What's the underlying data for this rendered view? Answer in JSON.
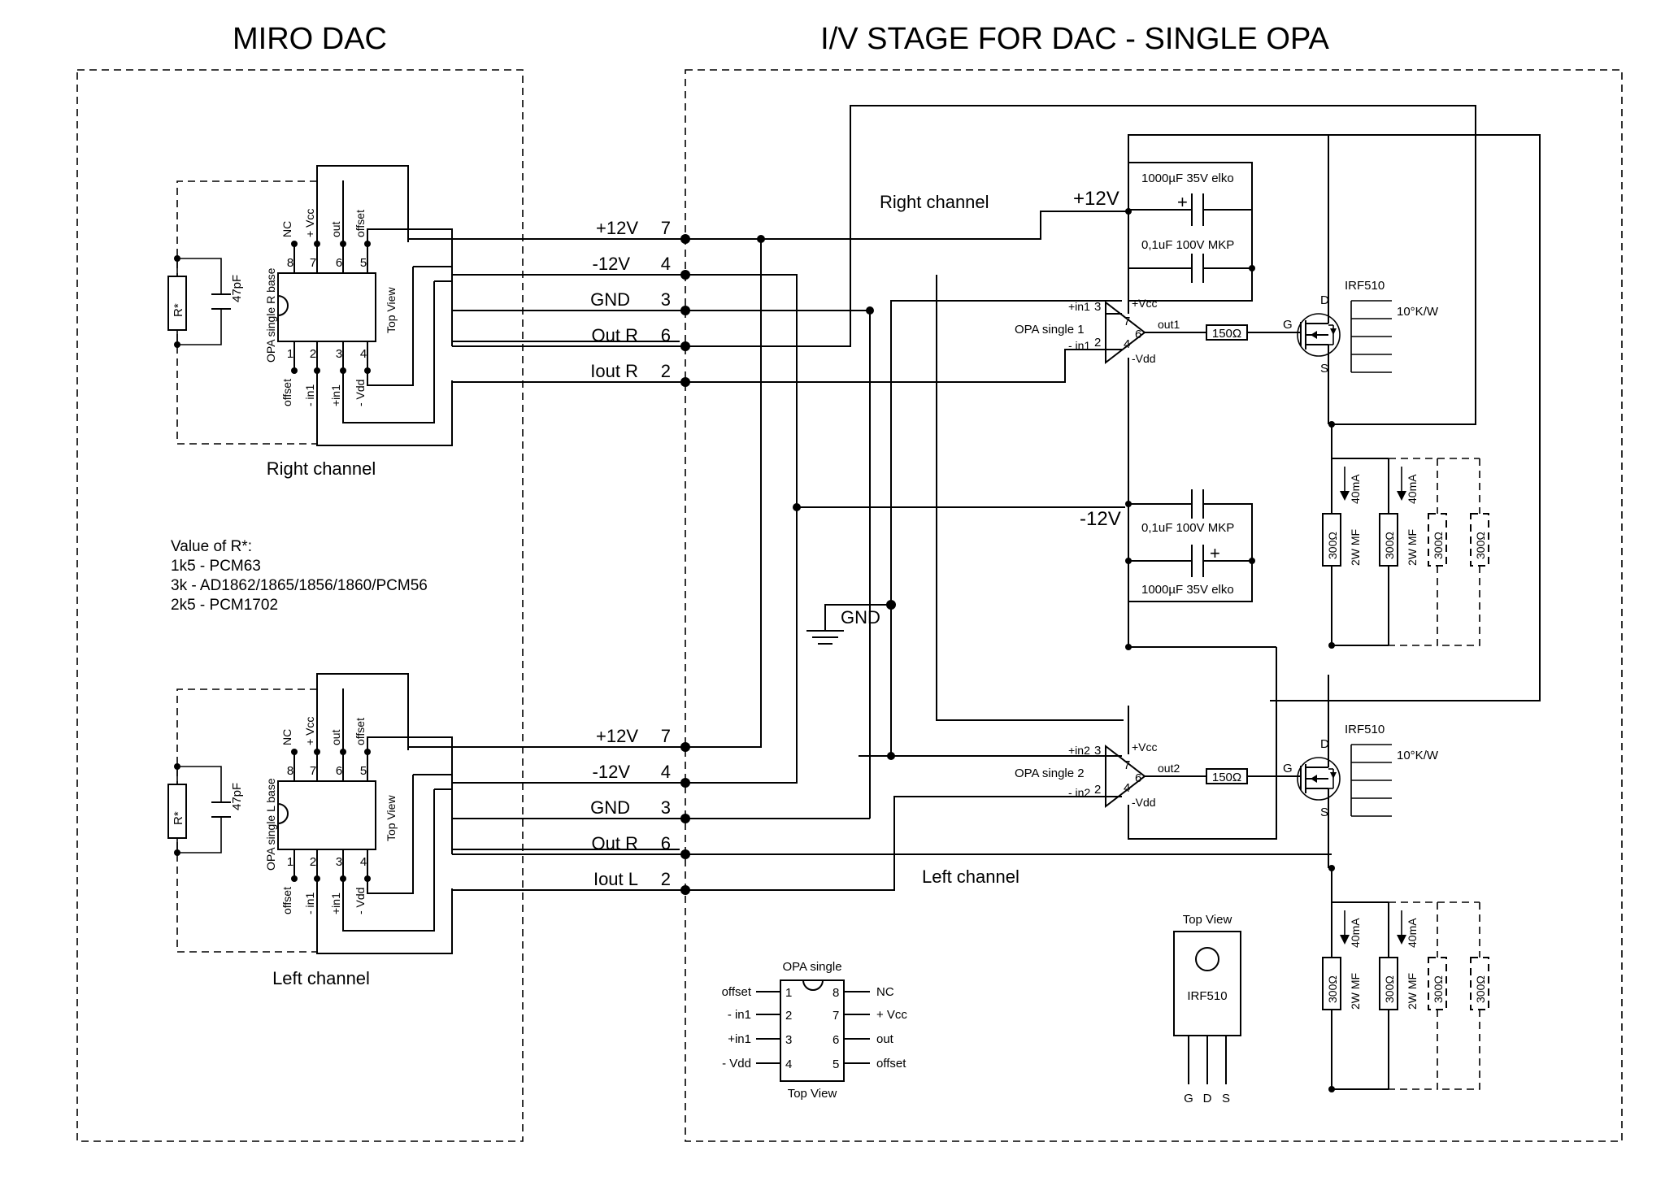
{
  "titles": {
    "left": "MIRO DAC",
    "right": "I/V STAGE FOR DAC - SINGLE OPA"
  },
  "dac_side": {
    "right_channel_label": "Right channel",
    "left_channel_label": "Left channel",
    "socket_r_name": "OPA single R base",
    "socket_l_name": "OPA single L base",
    "socket_view": "Top View",
    "pin_top_labels": [
      "NC",
      "+ Vcc",
      "out",
      "offset"
    ],
    "pin_bottom_labels": [
      "offset",
      "- in1",
      "+in1",
      "- Vdd"
    ],
    "pin_top_numbers": [
      "8",
      "7",
      "6",
      "5"
    ],
    "pin_bottom_numbers": [
      "1",
      "2",
      "3",
      "4"
    ],
    "resistor": "R*",
    "capacitor": "47pF",
    "r_note": {
      "heading": "Value of R*:",
      "lines": [
        "1k5 - PCM63",
        "3k - AD1862/1865/1856/1860/PCM56",
        "2k5 - PCM1702"
      ]
    }
  },
  "connectors": {
    "right": [
      {
        "net": "+12V",
        "pin": "7"
      },
      {
        "net": "-12V",
        "pin": "4"
      },
      {
        "net": "GND",
        "pin": "3"
      },
      {
        "net": "Out R",
        "pin": "6"
      },
      {
        "net": "Iout R",
        "pin": "2"
      }
    ],
    "left": [
      {
        "net": "+12V",
        "pin": "7"
      },
      {
        "net": "-12V",
        "pin": "4"
      },
      {
        "net": "GND",
        "pin": "3"
      },
      {
        "net": "Out R",
        "pin": "6"
      },
      {
        "net": "Iout L",
        "pin": "2"
      }
    ]
  },
  "iv_stage": {
    "right_channel": "Right channel",
    "left_channel": "Left channel",
    "plus12": "+12V",
    "minus12": "-12V",
    "gnd": "GND",
    "elko": "1000µF 35V elko",
    "mkp": "0,1uF 100V MKP",
    "opa1": {
      "name": "OPA single 1",
      "in_plus": "+in1",
      "in_minus": "- in1",
      "vcc": "+Vcc",
      "vdd": "-Vdd",
      "out": "out1",
      "pins": [
        "3",
        "7",
        "6",
        "2",
        "4"
      ]
    },
    "opa2": {
      "name": "OPA single 2",
      "in_plus": "+in2",
      "in_minus": "- in2",
      "vcc": "+Vcc",
      "vdd": "-Vdd",
      "out": "out2",
      "pins": [
        "3",
        "7",
        "6",
        "2",
        "4"
      ]
    },
    "gate_resistor": "150Ω",
    "mosfet": "IRF510",
    "heatsink": "10°K/W",
    "mosfet_pins": {
      "g": "G",
      "d": "D",
      "s": "S"
    },
    "load_resistor": "300Ω",
    "load_spec": "2W MF",
    "load_current": "40mA"
  },
  "legend_opa": {
    "title": "OPA single",
    "view": "Top View",
    "left_labels": [
      "offset",
      "- in1",
      "+in1",
      "- Vdd"
    ],
    "left_pins": [
      "1",
      "2",
      "3",
      "4"
    ],
    "right_pins": [
      "8",
      "7",
      "6",
      "5"
    ],
    "right_labels": [
      "NC",
      "+ Vcc",
      "out",
      "offset"
    ]
  },
  "legend_irf": {
    "title": "Top View",
    "name": "IRF510",
    "pins": [
      "G",
      "D",
      "S"
    ]
  }
}
